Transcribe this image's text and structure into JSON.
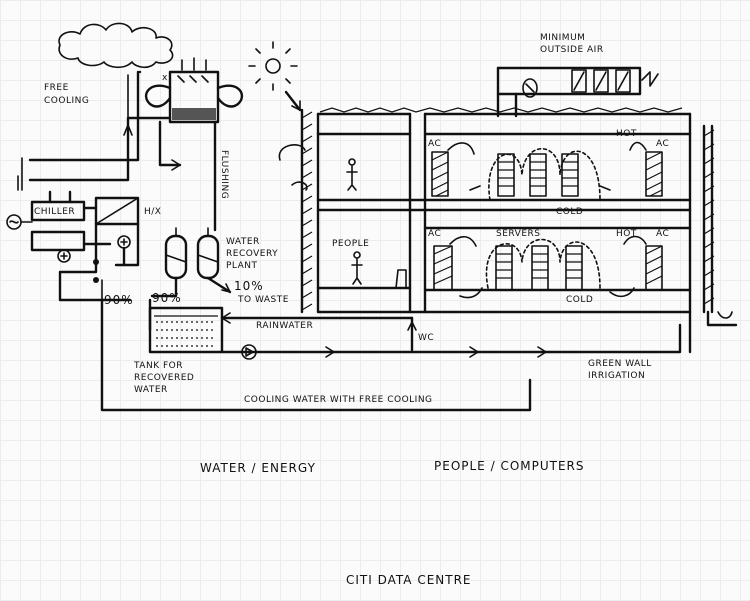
{
  "labels": {
    "free_cooling": [
      "FREE",
      "COOLING"
    ],
    "flushing": "FLUSHING",
    "hx": "H/X",
    "chiller": "CHILLER",
    "water_recovery_plant": [
      "WATER",
      "RECOVERY",
      "PLANT"
    ],
    "to_waste_pct": "10%",
    "to_waste": "TO WASTE",
    "pct_90_left": "90%",
    "pct_90_tank": "90%",
    "rainwater": "RAINWATER",
    "wc": "WC",
    "tank": [
      "TANK FOR",
      "RECOVERED",
      "WATER"
    ],
    "cooling_water": "COOLING WATER WITH FREE COOLING",
    "green_wall": [
      "GREEN WALL",
      "IRRIGATION"
    ],
    "people": "PEOPLE",
    "servers": "SERVERS",
    "ac_top_left": "AC",
    "ac_top_right": "AC",
    "ac_bottom_left": "AC",
    "ac_bottom_right": "AC",
    "hot_top": "HOT",
    "hot_bottom": "HOT",
    "cold_top": "COLD",
    "cold_bottom": "COLD",
    "min_outside_air": [
      "MINIMUM",
      "OUTSIDE AIR"
    ]
  },
  "captions": {
    "water_energy": "WATER / ENERGY",
    "people_computers": "PEOPLE / COMPUTERS",
    "title": "CITI DATA CENTRE"
  }
}
